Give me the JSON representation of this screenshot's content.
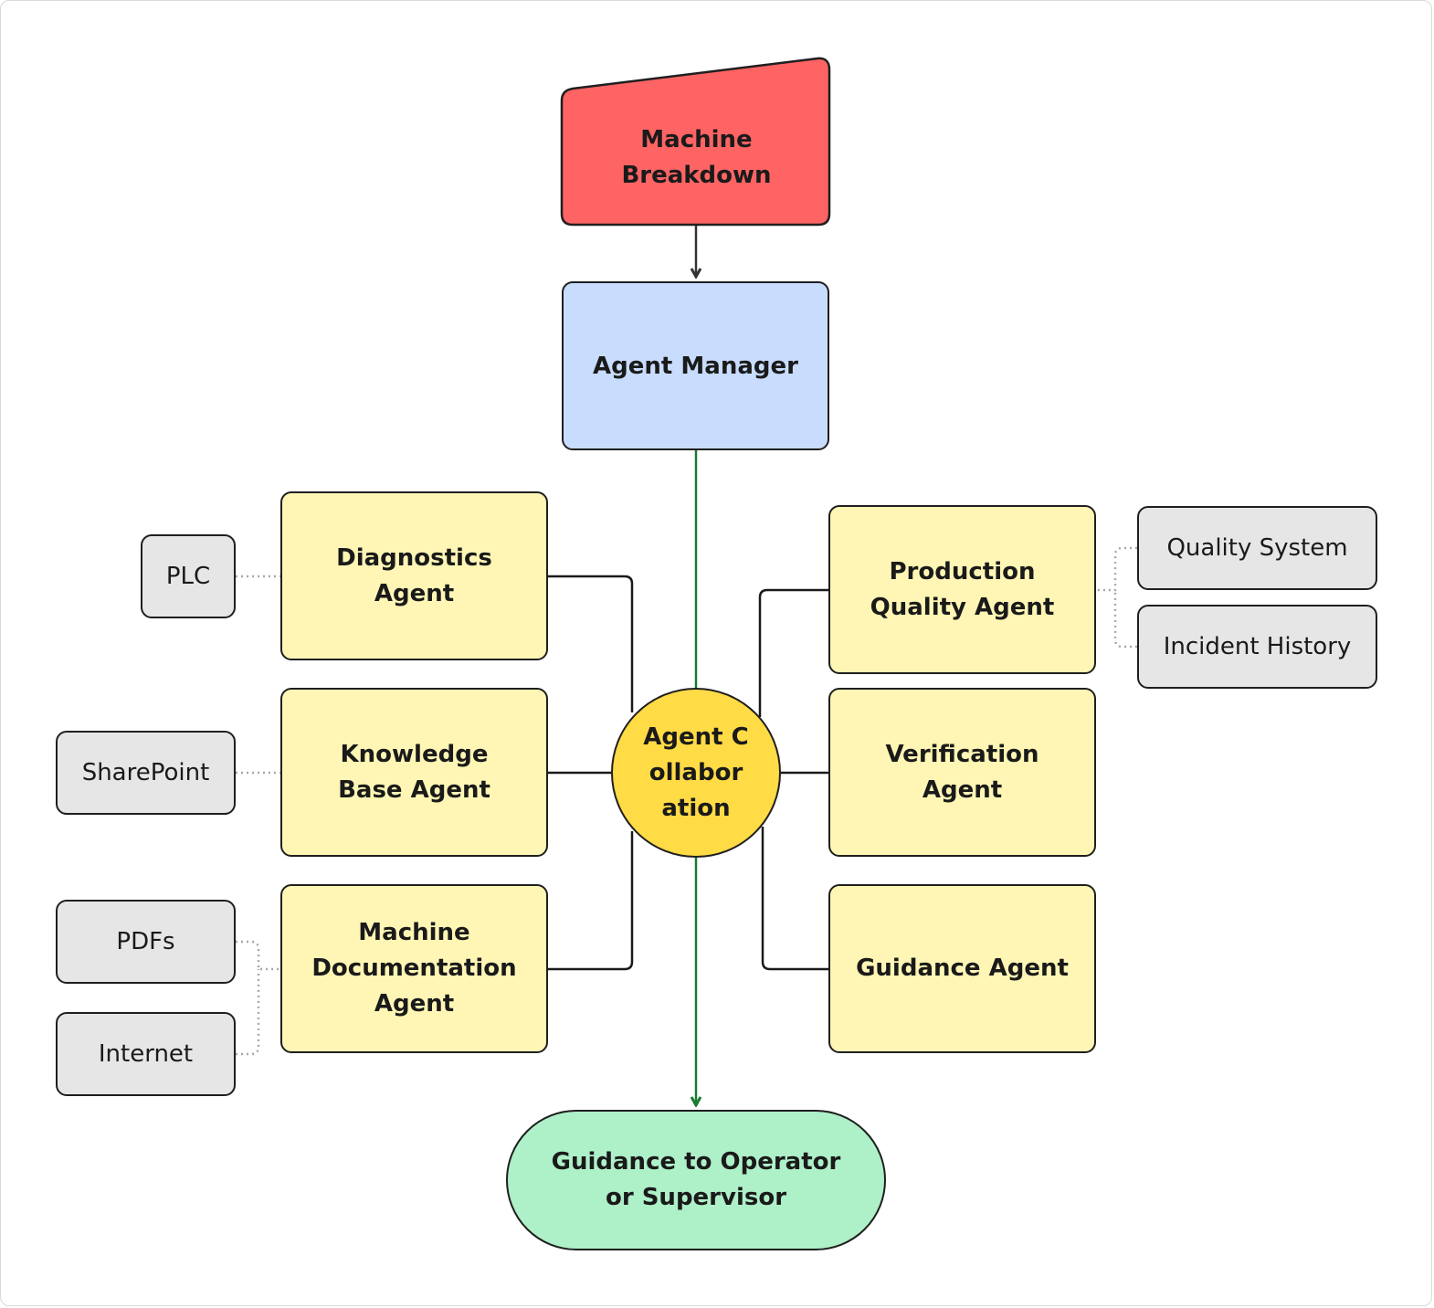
{
  "diagram": {
    "trigger": {
      "label": "Machine Breakdown",
      "color": "#ff6464"
    },
    "manager": {
      "label": "Agent Manager",
      "color": "#c8dcfd"
    },
    "hub": {
      "label": "Agent Collaboration",
      "color": "#ffdb45"
    },
    "output": {
      "label": "Guidance to Operator or Supervisor",
      "color": "#aef0c8"
    },
    "agents": {
      "diagnostics": "Diagnostics Agent",
      "knowledge_base": "Knowledge Base Agent",
      "machine_documentation": "Machine Documentation Agent",
      "production_quality": "Production Quality Agent",
      "verification": "Verification Agent",
      "guidance": "Guidance Agent"
    },
    "agent_color": "#fff6b5",
    "sources": {
      "plc": "PLC",
      "sharepoint": "SharePoint",
      "pdfs": "PDFs",
      "internet": "Internet",
      "quality_system": "Quality System",
      "incident_history": "Incident History"
    },
    "source_color": "#e6e6e6",
    "flow_color": "#1a7a33"
  }
}
